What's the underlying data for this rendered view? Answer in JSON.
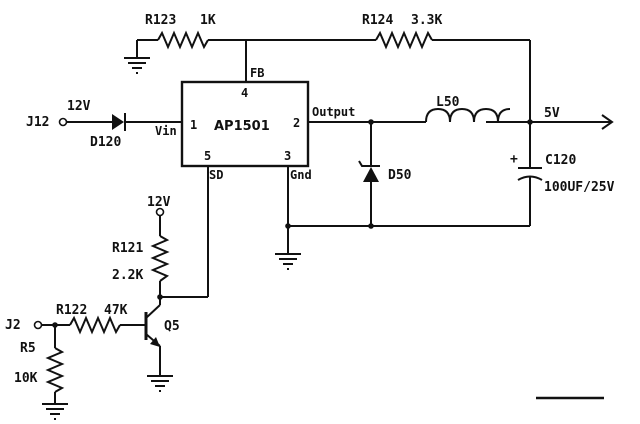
{
  "diagram": {
    "ic": {
      "name": "AP1501"
    },
    "pins": {
      "p1_num": "1",
      "p1_name": "Vin",
      "p2_num": "2",
      "p2_name": "Output",
      "p3_num": "3",
      "p3_name": "Gnd",
      "p4_num": "4",
      "p4_name": "FB",
      "p5_num": "5",
      "p5_name": "SD"
    },
    "components": {
      "r123": {
        "ref": "R123",
        "value": "1K"
      },
      "r124": {
        "ref": "R124",
        "value": "3.3K"
      },
      "r121": {
        "ref": "R121",
        "value": "2.2K"
      },
      "r122": {
        "ref": "R122",
        "value": "47K"
      },
      "r5": {
        "ref": "R5",
        "value": "10K"
      },
      "l50": {
        "ref": "L50"
      },
      "d50": {
        "ref": "D50"
      },
      "d120": {
        "ref": "D120"
      },
      "c120": {
        "ref": "C120",
        "value": "100UF/25V",
        "polarity": "+"
      },
      "q5": {
        "ref": "Q5"
      }
    },
    "nets": {
      "j12": "J12",
      "in_voltage": "12V",
      "out_voltage": "5V",
      "bias_voltage": "12V",
      "j2": "J2"
    }
  }
}
